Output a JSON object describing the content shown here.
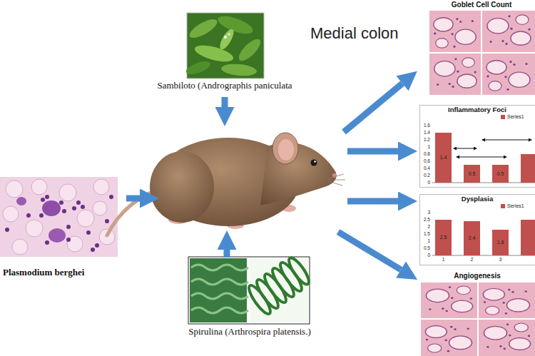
{
  "diagram": {
    "nodes": [
      {
        "text": [
          "Plasmodium berghei"
        ]
      },
      {
        "text": [
          "Sambiloto (Andrographis paniculata"
        ]
      },
      {
        "text": [
          "Spirulina (Arthrospira platensis.)"
        ]
      },
      {
        "text": [
          "Goblet Cell Count"
        ]
      },
      {
        "text": [
          "Inflammatory Foci"
        ]
      },
      {
        "text": [
          "Dysplasia"
        ]
      },
      {
        "text": [
          "Angiogenesis"
        ]
      }
    ],
    "labels": [
      "Medial colon",
      "1.6",
      "1.4",
      "1.2",
      "1",
      "0.8",
      "0.6",
      "0.4",
      "0.2",
      "0",
      "1.4",
      "0.5",
      "0.5",
      "3",
      "2.5",
      "2",
      "1.5",
      "1",
      "0.5",
      "0",
      "2.5",
      "2.4",
      "1.8",
      "1",
      "2",
      "3"
    ],
    "legend": [
      {
        "text": "Series1",
        "color": "#c0504d"
      },
      {
        "text": "Series1",
        "color": "#c0504d"
      }
    ]
  }
}
